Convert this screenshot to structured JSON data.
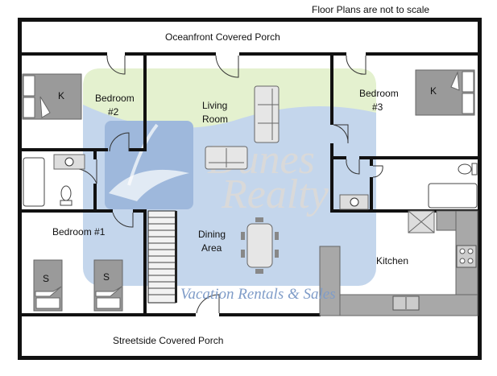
{
  "note": "Floor Plans are not to scale",
  "rooms": {
    "oceanfront_porch": "Oceanfront Covered Porch",
    "bedroom2_line1": "Bedroom",
    "bedroom2_line2": "#2",
    "living_line1": "Living",
    "living_line2": "Room",
    "bedroom3_line1": "Bedroom",
    "bedroom3_line2": "#3",
    "bedroom1": "Bedroom #1",
    "dining_line1": "Dining",
    "dining_line2": "Area",
    "kitchen": "Kitchen",
    "streetside_porch": "Streetside Covered Porch"
  },
  "beds": {
    "king_left": "K",
    "king_right": "K",
    "single_1": "S",
    "single_2": "S"
  },
  "watermark": {
    "line1": "Dunes",
    "line2": "Realty",
    "tagline": "Vacation Rentals & Sales",
    "blue": "#6f9bd0",
    "green": "#cfe6a8"
  }
}
